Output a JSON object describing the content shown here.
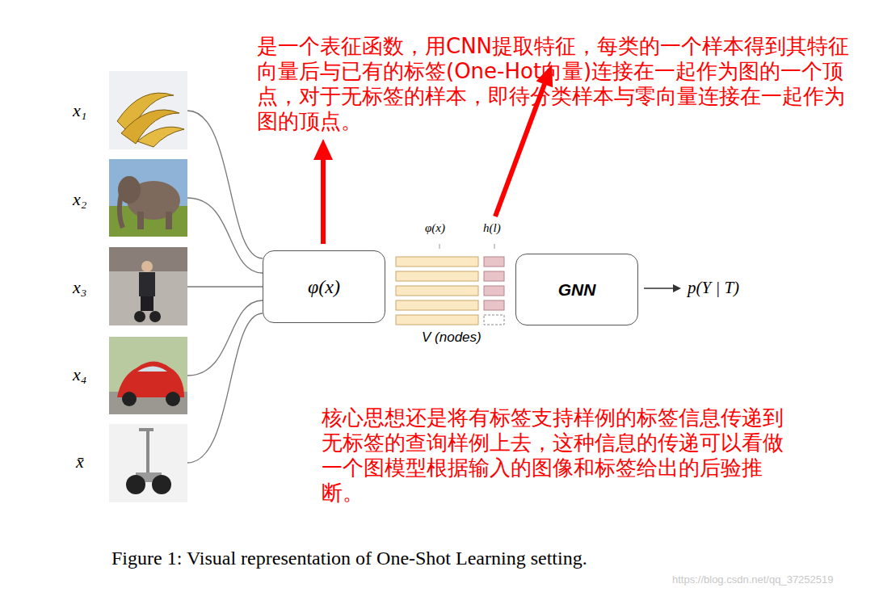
{
  "diagram": {
    "caption": "Figure 1: Visual representation of One-Shot Learning setting.",
    "nodes": [
      {
        "text": [
          "φ(x)"
        ]
      },
      {
        "text": [
          "GNN"
        ]
      }
    ],
    "labels": [
      "x₁",
      "x₂",
      "x₃",
      "x₄",
      "x̄",
      "φ(x)",
      "h(l)",
      "V (nodes)",
      "p(Y | T)",
      "是一个表征函数，用CNN提取特征，每类的一个样本得到其特征向量后与已有的标签(One-Hot向量)连接在一起作为图的一个顶点，对于无标签的样本，即待分类样本与零向量连接在一起作为图的顶点。",
      "核心思想还是将有标签支持样例的标签信息传递到无标签的查询样例上去，这种信息的传递可以看做一个图模型根据输入的图像和标签给出的后验推断。",
      "https://blog.csdn.net/qq_37252519"
    ]
  }
}
